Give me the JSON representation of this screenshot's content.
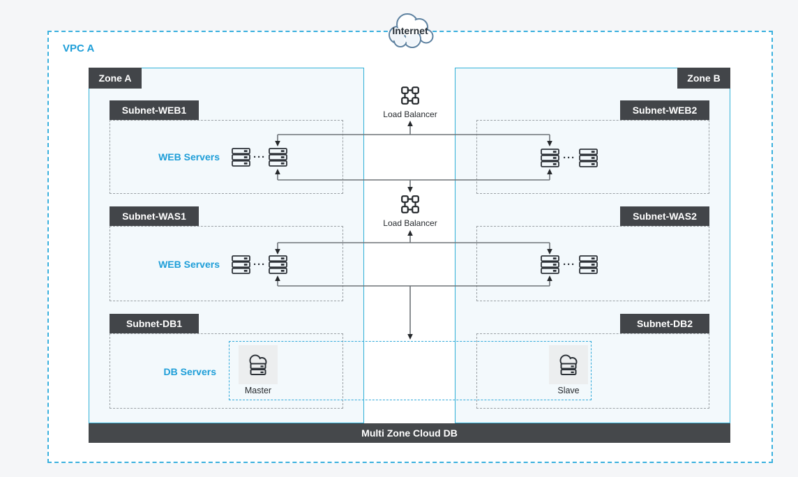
{
  "internet": {
    "label": "Internet"
  },
  "vpc": {
    "label": "VPC A"
  },
  "zone_a": {
    "label": "Zone A",
    "subnets": [
      {
        "label": "Subnet-WEB1",
        "role": "WEB Servers"
      },
      {
        "label": "Subnet-WAS1",
        "role": "WEB Servers"
      },
      {
        "label": "Subnet-DB1",
        "role": "DB Servers"
      }
    ]
  },
  "zone_b": {
    "label": "Zone B",
    "subnets": [
      {
        "label": "Subnet-WEB2"
      },
      {
        "label": "Subnet-WAS2"
      },
      {
        "label": "Subnet-DB2"
      }
    ]
  },
  "load_balancers": [
    {
      "label": "Load Balancer",
      "icon": "load-balancer-icon"
    },
    {
      "label": "Load Balancer",
      "icon": "load-balancer-icon"
    }
  ],
  "db_group": {
    "master_label": "Master",
    "slave_label": "Slave",
    "icon": "cloud-database-icon"
  },
  "footer": {
    "label": "Multi Zone Cloud DB"
  },
  "ellipsis": "···",
  "icons": {
    "internet": "cloud-icon",
    "servers": "server-rack-icon",
    "load_balancer": "load-balancer-icon",
    "database": "cloud-database-icon"
  },
  "colors": {
    "page_bg": "#f5f6f8",
    "vpc_bg": "#ffffff",
    "zone_fill": "#f3f9fc",
    "accent_cyan_border": "#2eb0d7",
    "accent_blue_text": "#1e9ed8",
    "dark_tag_bg": "#424549",
    "footer_bg": "#45484b",
    "subnet_dash": "#9aa0a4",
    "db_group_dash": "#2fa9da",
    "connector_line": "#6d7277",
    "arrowhead": "#25282b",
    "icon_stroke": "#2c3137",
    "node_bg": "#eceeef",
    "cloud_stroke": "#5d81a0"
  }
}
